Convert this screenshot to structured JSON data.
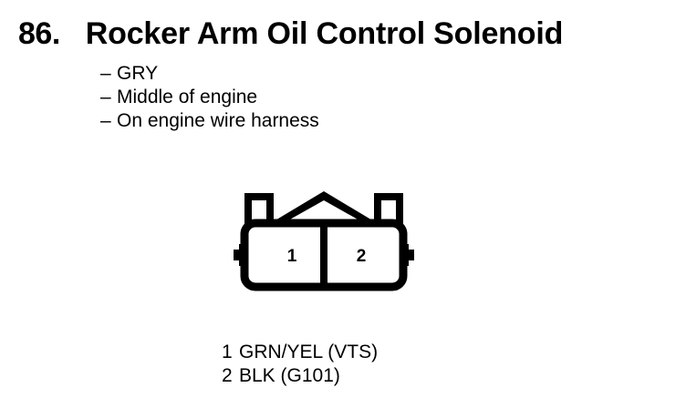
{
  "page": {
    "background_color": "#ffffff",
    "ink_color": "#000000"
  },
  "header": {
    "number": "86.",
    "title": "Rocker Arm Oil Control Solenoid"
  },
  "details": {
    "bullet_marker": "–",
    "items": [
      "GRY",
      "Middle of engine",
      "On engine wire harness"
    ]
  },
  "connector": {
    "type": "2-way electrical connector",
    "cavity_count": 2,
    "cavities": [
      {
        "number": "1"
      },
      {
        "number": "2"
      }
    ],
    "features": [
      "peaked-center-ridge",
      "left-locking-ear",
      "right-locking-ear",
      "left-side-tab",
      "right-side-tab"
    ]
  },
  "legend": {
    "rows": [
      {
        "pin": "1",
        "wire": "GRN/YEL (VTS)"
      },
      {
        "pin": "2",
        "wire": "BLK (G101)"
      }
    ]
  }
}
